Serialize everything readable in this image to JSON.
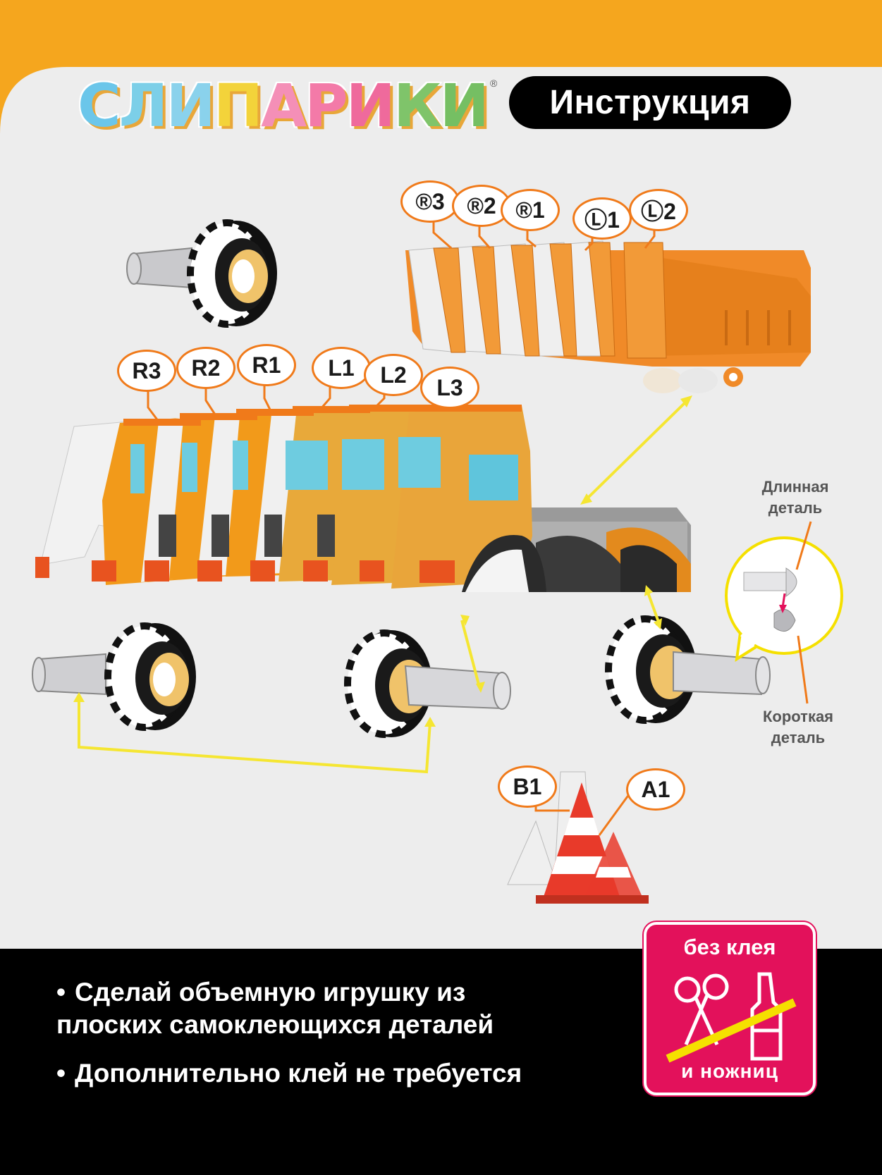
{
  "header": {
    "brand": [
      "С",
      "Л",
      "И",
      "П",
      "А",
      "Р",
      "И",
      "К",
      "И"
    ],
    "brand_colors": [
      "#6bc6ea",
      "#7ccfe8",
      "#8ad2ec",
      "#f3d33a",
      "#f48fb7",
      "#f37aa8",
      "#ef6a9c",
      "#7fc46a",
      "#75bf63"
    ],
    "brand_mark": "®",
    "title": "Инструкция"
  },
  "cab_parts": [
    "R3",
    "R2",
    "R1",
    "L1",
    "L2",
    "L3"
  ],
  "body_parts": [
    "®3",
    "®2",
    "®1",
    "Ⓛ1",
    "Ⓛ2"
  ],
  "cone_parts": [
    "B1",
    "A1"
  ],
  "callout": {
    "long_part": "Длинная деталь",
    "short_part": "Короткая деталь"
  },
  "bullets": [
    "Сделай объемную игрушку из плоских самоклеющихся деталей",
    "Дополнительно клей не требуется"
  ],
  "badge": {
    "line1": "без клея",
    "line2": "и ножниц"
  },
  "colors": {
    "frame": "#f5a61e",
    "inner": "#ededed",
    "accent_orange": "#f07a1a",
    "arrow_yellow": "#f5e632",
    "badge": "#e3115b",
    "stripe_yellow": "#f5e000"
  }
}
